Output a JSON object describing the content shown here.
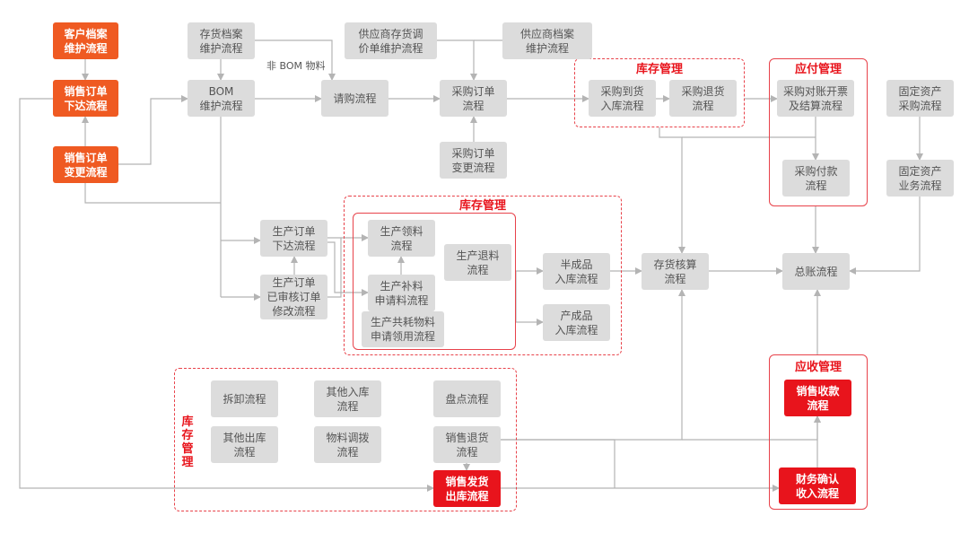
{
  "colors": {
    "line": "#b4b4b4",
    "node_fill": "#dcdcdc",
    "node_text": "#555555",
    "orange": "#ef5a22",
    "red": "#e8141c",
    "group_border": "#e8424a"
  },
  "groups": {
    "inv_purchase": "库存管理",
    "ap": "应付管理",
    "inv_production": "库存管理",
    "inv_misc": "库存管理",
    "ar": "应收管理"
  },
  "edge_labels": {
    "non_bom": "非 BOM 物料"
  },
  "nodes": {
    "customer_master": "客户档案\n维护流程",
    "sales_order": "销售订单\n下达流程",
    "sales_order_change": "销售订单\n变更流程",
    "inventory_master": "存货档案\n维护流程",
    "bom": "BOM\n维护流程",
    "requisition": "请购流程",
    "supplier_price": "供应商存货调\n价单维护流程",
    "supplier_master": "供应商档案\n维护流程",
    "purchase_order": "采购订单\n流程",
    "purchase_order_change": "采购订单\n变更流程",
    "purchase_receipt": "采购到货\n入库流程",
    "purchase_return": "采购退货\n流程",
    "purchase_invoice": "采购对账开票\n及结算流程",
    "purchase_payment": "采购付款\n流程",
    "fa_purchase": "固定资产\n采购流程",
    "fa_business": "固定资产\n业务流程",
    "production_order": "生产订单\n下达流程",
    "production_order_modify": "生产订单\n已审核订单\n修改流程",
    "material_issue": "生产领料\n流程",
    "material_supplement": "生产补料\n申请料流程",
    "shared_material": "生产共耗物料\n申请领用流程",
    "material_return": "生产退料\n流程",
    "semi_finished": "半成品\n入库流程",
    "finished_goods": "产成品\n入库流程",
    "inventory_costing": "存货核算\n流程",
    "general_ledger": "总账流程",
    "disassembly": "拆卸流程",
    "other_inbound": "其他入库\n流程",
    "stocktake": "盘点流程",
    "other_outbound": "其他出库\n流程",
    "transfer": "物料调拨\n流程",
    "sales_return": "销售退货\n流程",
    "sales_delivery": "销售发货\n出库流程",
    "sales_receipt": "销售收款\n流程",
    "revenue_recognition": "财务确认\n收入流程"
  }
}
